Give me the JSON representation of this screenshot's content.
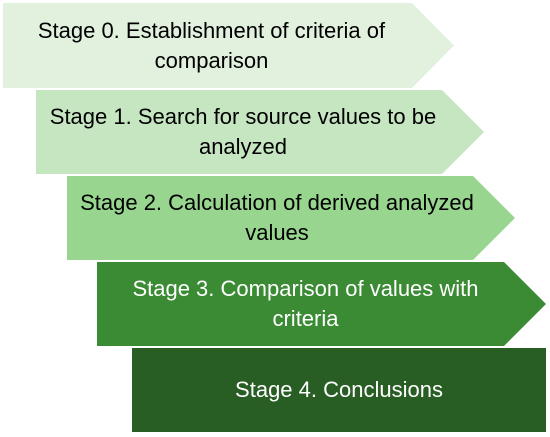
{
  "stages": [
    {
      "label": "Stage 0. Establishment of criteria of comparison",
      "fill": "#e2f1de",
      "text_color": "#000000"
    },
    {
      "label": "Stage 1. Search for source values to be analyzed",
      "fill": "#c6e5c1",
      "text_color": "#000000"
    },
    {
      "label": "Stage 2. Calculation of derived analyzed values",
      "fill": "#98d58f",
      "text_color": "#000000"
    },
    {
      "label": "Stage 3. Comparison of values with criteria",
      "fill": "#3a8b34",
      "text_color": "#ffffff"
    },
    {
      "label": "Stage 4. Conclusions",
      "fill": "#285e24",
      "text_color": "#ffffff"
    }
  ]
}
